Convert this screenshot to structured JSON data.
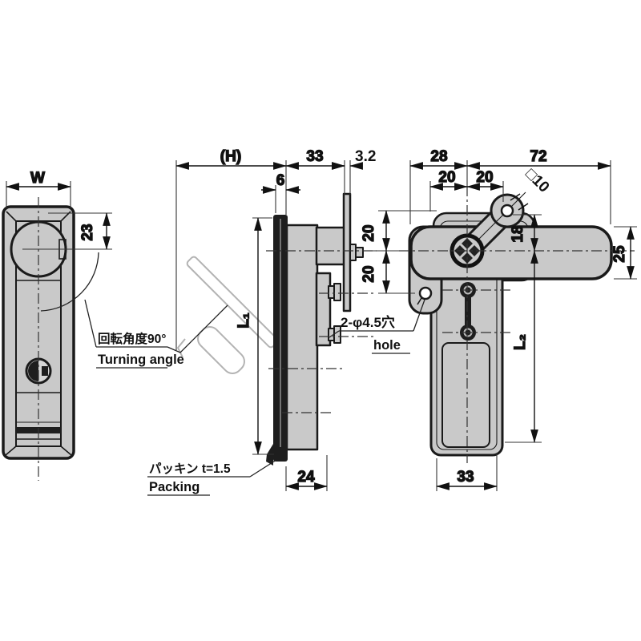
{
  "dims": {
    "w": "W",
    "d23": "23",
    "h_ref": "(H)",
    "d33": "33",
    "d3_2": "3.2",
    "d6": "6",
    "l1": "L₁",
    "d24": "24",
    "d28": "28",
    "d72": "72",
    "d20": "20",
    "sq10": "□10",
    "d18": "18",
    "d25": "25",
    "d33_rear": "33",
    "l2": "L₂"
  },
  "notes": {
    "turning_jp": "回転角度90°",
    "turning_en": "Turning angle",
    "packing_jp": "パッキン t=1.5",
    "packing_en": "Packing",
    "holes_jp": "2-φ4.5穴",
    "holes_en": "hole"
  },
  "colors": {
    "line": "#1a1a1a",
    "fill": "#c9c9c9",
    "phantom": "#b3b3b3",
    "background": "#ffffff"
  }
}
